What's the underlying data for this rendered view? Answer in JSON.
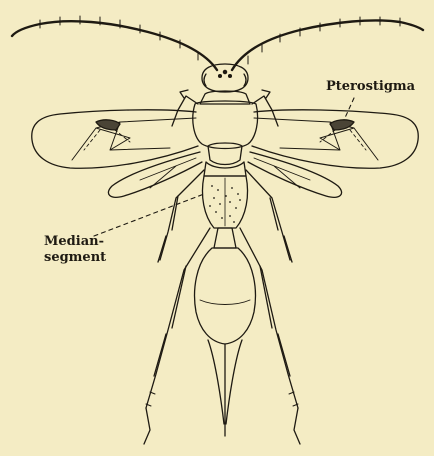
{
  "labels": {
    "pterostigma": "Pterostigma",
    "median_line1": "Median-",
    "median_line2": "segment"
  },
  "colors": {
    "background": "#f4ecc4",
    "ink": "#1e1a12"
  }
}
